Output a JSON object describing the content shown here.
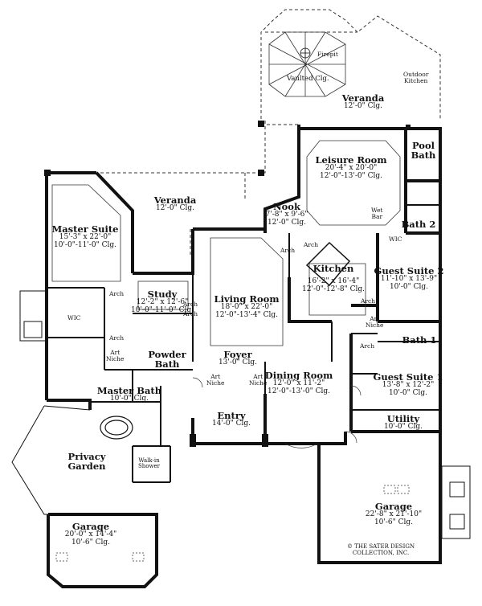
{
  "rooms": {
    "veranda_top": {
      "name": "Veranda",
      "dims": "12'-0\" Clg."
    },
    "vaulted": {
      "ceiling": "Vaulted Clg.",
      "firepit": "Firepit"
    },
    "outdoor_kitchen": {
      "line1": "Outdoor",
      "line2": "Kitchen"
    },
    "leisure": {
      "name": "Leisure Room",
      "dims": "20'-4\" x 20'-0\"",
      "clg": "12'-0\"-13'-0\" Clg."
    },
    "pool_bath": {
      "line1": "Pool",
      "line2": "Bath"
    },
    "wet_bar": {
      "line1": "Wet",
      "line2": "Bar"
    },
    "veranda_left": {
      "name": "Veranda",
      "dims": "12'-0\" Clg."
    },
    "master_suite": {
      "name": "Master Suite",
      "dims": "15'-3\" x 22'-0\"",
      "clg": "10'-0\"-11'-0\" Clg."
    },
    "nook": {
      "name": "Nook",
      "dims": "7'-8\" x 9'-6\"",
      "clg": "12'-0\" Clg."
    },
    "bath2": {
      "name": "Bath 2"
    },
    "wic_right": {
      "name": "WIC"
    },
    "kitchen": {
      "name": "Kitchen",
      "dims": "16'-2\" x 16'-4\"",
      "clg": "12'-0\"-12'-8\" Clg."
    },
    "guest2": {
      "name": "Guest Suite 2",
      "dims": "11'-10\" x 13'-9\"",
      "clg": "10'-0\" Clg."
    },
    "study": {
      "name": "Study",
      "dims": "12'-2\" x 12'-6\"",
      "clg": "10'-0\"-11'-0\" Clg."
    },
    "living": {
      "name": "Living Room",
      "dims": "18'-0\" x 22'-0\"",
      "clg": "12'-0\"-13'-4\" Clg."
    },
    "wic_left": {
      "name": "WIC"
    },
    "bath1": {
      "name": "Bath 1"
    },
    "powder": {
      "line1": "Powder",
      "line2": "Bath"
    },
    "foyer": {
      "name": "Foyer",
      "dims": "13'-0\" Clg."
    },
    "guest1": {
      "name": "Guest Suite 1",
      "dims": "13'-8\" x 12'-2\"",
      "clg": "10'-0\" Clg."
    },
    "master_bath": {
      "name": "Master Bath",
      "dims": "10'-0\" Clg."
    },
    "dining": {
      "name": "Dining Room",
      "dims": "12'-0\" x 11'-2\"",
      "clg": "12'-0\"-13'-0\" Clg."
    },
    "entry": {
      "name": "Entry",
      "dims": "14'-0\" Clg."
    },
    "utility": {
      "name": "Utility",
      "dims": "10'-0\" Clg."
    },
    "privacy_garden": {
      "line1": "Privacy",
      "line2": "Garden"
    },
    "walkin_shower": {
      "line1": "Walk-in",
      "line2": "Shower"
    },
    "garage_right": {
      "name": "Garage",
      "dims": "22'-8\" x 21'-10\"",
      "clg": "10'-6\" Clg."
    },
    "garage_left": {
      "name": "Garage",
      "dims": "20'-0\" x 14'-4\"",
      "clg": "10'-6\" Clg."
    }
  },
  "labels": {
    "arch": "Arch",
    "art_niche_line1": "Art",
    "art_niche_line2": "Niche",
    "wic": "WIC"
  },
  "credit": {
    "line1": "© THE SATER DESIGN",
    "line2": "COLLECTION, INC."
  },
  "colors": {
    "wall": "#111111",
    "dash": "#333333",
    "background": "#ffffff"
  }
}
